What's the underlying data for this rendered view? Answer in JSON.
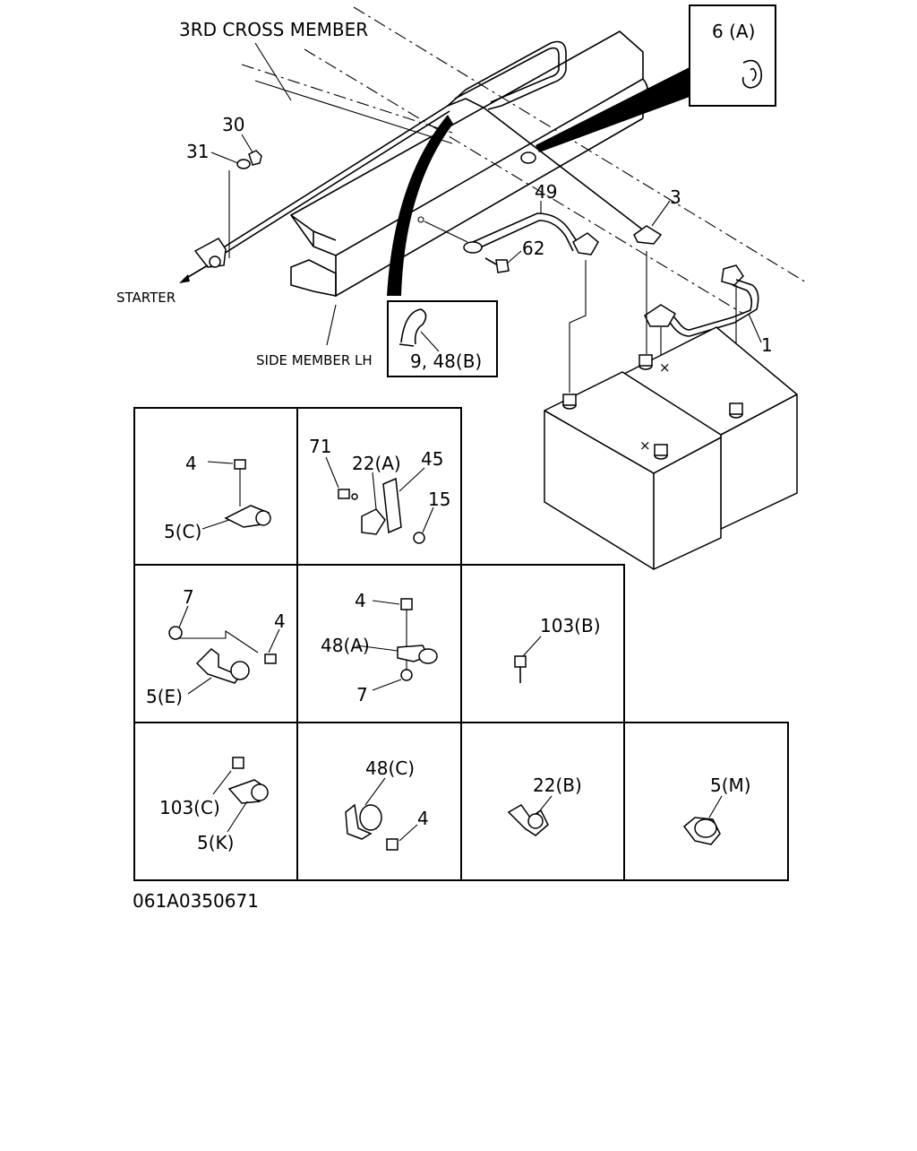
{
  "main_labels": {
    "cross_member": "3RD  CROSS MEMBER",
    "side_member": "SIDE MEMBER  LH",
    "starter": "STARTER",
    "p30": "30",
    "p31": "31",
    "p49": "49",
    "p3": "3",
    "p62": "62",
    "p1": "1",
    "callout_6a": "6 (A)",
    "callout_9_48b": "9, 48(B)"
  },
  "grid": {
    "c1": [
      "4",
      "5(C)"
    ],
    "c2": [
      "71",
      "22(A)",
      "45",
      "15"
    ],
    "c3": [
      "7",
      "4",
      "5(E)"
    ],
    "c4": [
      "4",
      "48(A)",
      "7"
    ],
    "c5": [
      "103(B)"
    ],
    "c6": [
      "103(C)",
      "5(K)"
    ],
    "c7": [
      "48(C)",
      "4"
    ],
    "c8": [
      "22(B)"
    ],
    "c9": [
      "5(M)"
    ]
  },
  "footer": {
    "code": "061A0350671"
  }
}
